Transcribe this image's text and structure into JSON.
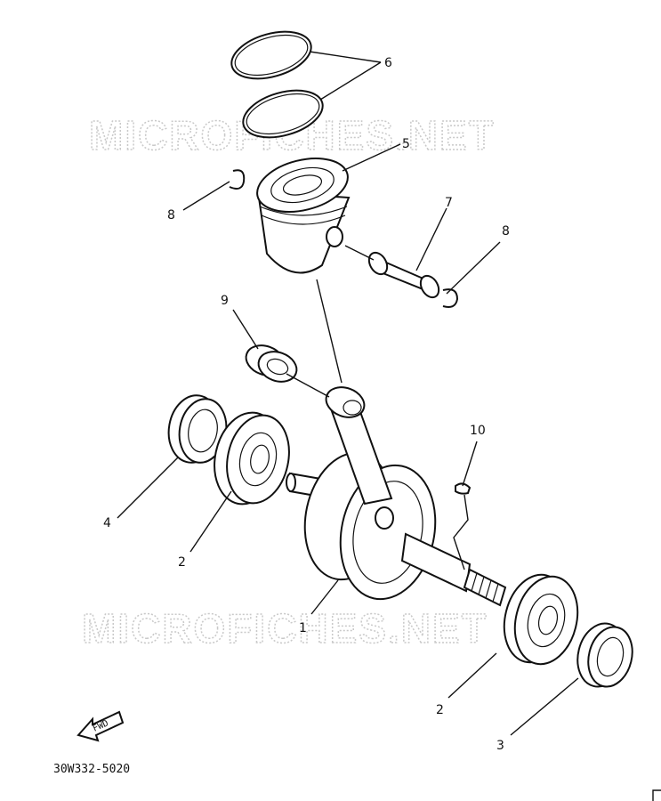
{
  "watermark": "MICROFICHES.NET",
  "diagram_code": "30W332-5020",
  "fwd_label": "FWD",
  "callouts": {
    "c1": "1",
    "c2a": "2",
    "c2b": "2",
    "c3": "3",
    "c4": "4",
    "c5": "5",
    "c6": "6",
    "c7": "7",
    "c8a": "8",
    "c8b": "8",
    "c9": "9",
    "c10": "10"
  }
}
